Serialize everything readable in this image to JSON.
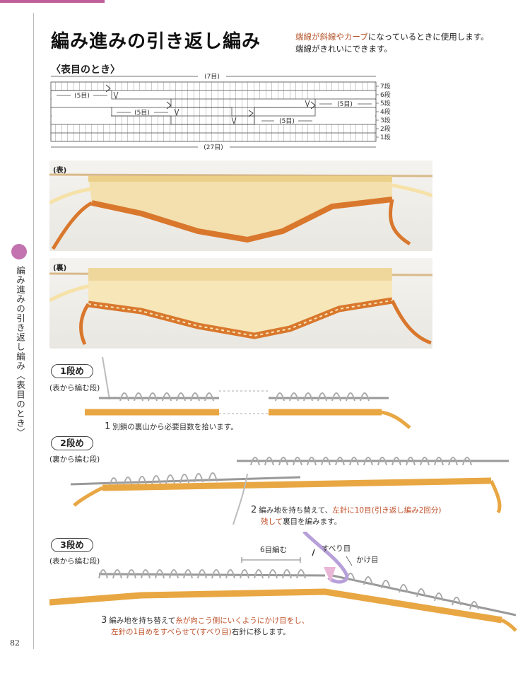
{
  "header": {
    "title": "編み進みの引き返し編み",
    "desc_line1_hl": "端線が斜線やカーブ",
    "desc_line1_rest": "になっているときに使用します。",
    "desc_line2": "端線がきれいにできます。"
  },
  "section": {
    "subtitle": "〈表目のとき〉"
  },
  "chart": {
    "top_count": "(7目)",
    "bottom_count": "(27目)",
    "counts_5": [
      "(5目)",
      "(5目)",
      "(5目)",
      "(5目)"
    ],
    "rows": [
      "7段",
      "6段",
      "5段",
      "4段",
      "3段",
      "2段",
      "1段"
    ]
  },
  "photos": {
    "front_label": "(表)",
    "back_label": "(裏)"
  },
  "sidebar": {
    "vertical_text": "編み進みの引き返し編み〈表目のとき〉"
  },
  "steps": [
    {
      "label": "1段め",
      "sub": "(表から編む段)",
      "num": "1",
      "caption": "別鎖の裏山から必要目数を拾います。"
    },
    {
      "label": "2段め",
      "sub": "(裏から編む段)",
      "num": "2",
      "caption1_pre": "編み地を持ち替えて、",
      "caption1_hl": "左針に10目(引き返し編み2回分)",
      "caption1_hl2": "残して",
      "caption2": "裏目を編みます。"
    },
    {
      "label": "3段め",
      "sub": "(表から編む段)",
      "num": "3",
      "caption1_pre": "編み地を持ち替えて",
      "caption1_hl": "糸が向こう側にいくようにかけ目をし、",
      "caption2_hl": "左針の1目めをすべらせて(すべり目)",
      "caption2_rest": "右針に移します。",
      "anno_6": "6目編む",
      "anno_slip": "すべり目",
      "anno_yo": "かけ目"
    }
  ],
  "footer": {
    "page_number": "82"
  },
  "colors": {
    "accent": "#c0609a",
    "orange": "#d9782d",
    "yarn_light": "#f3dc9a",
    "highlight_text": "#c0502a"
  }
}
